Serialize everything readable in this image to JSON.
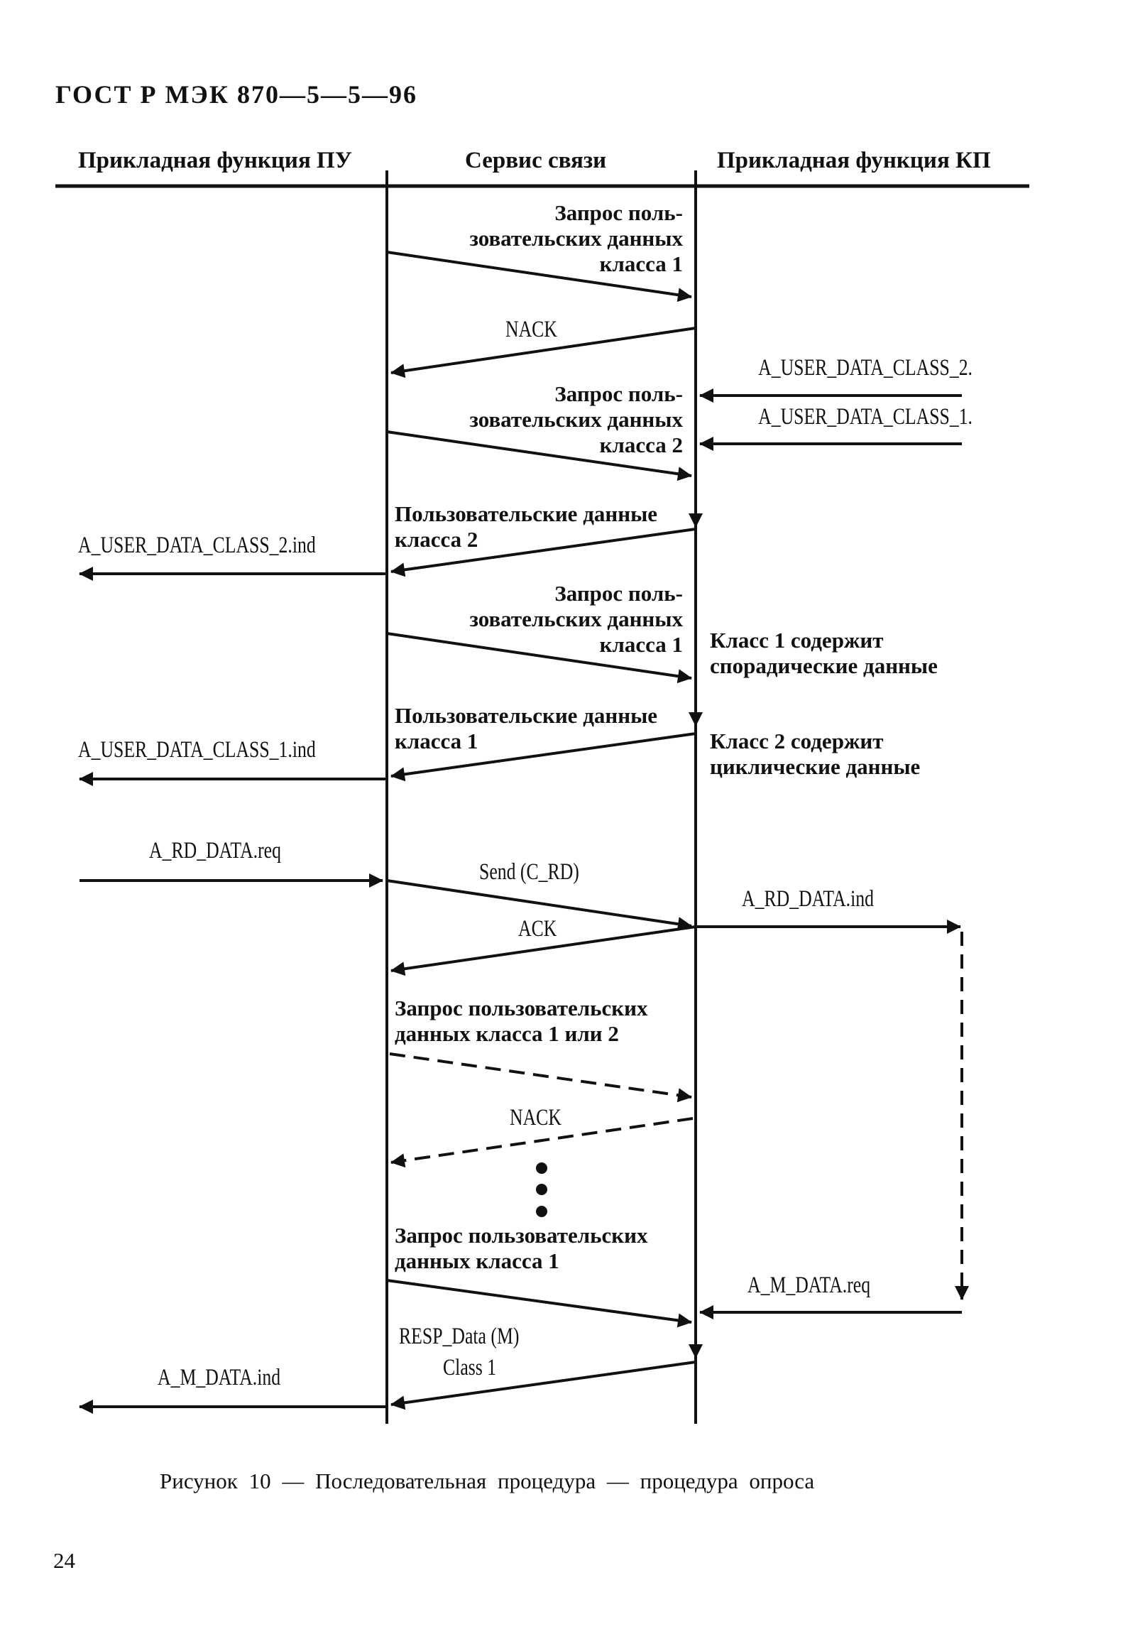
{
  "doc_header": "ГОСТ Р МЭК 870—5—5—96",
  "columns": {
    "left": "Прикладная функция ПУ",
    "middle": "Сервис связи",
    "right": "Прикладная функция КП"
  },
  "messages": {
    "req1_class1": [
      "Запрос поль-",
      "зовательских данных",
      "класса 1"
    ],
    "nack1": "NACK",
    "req2_class2": [
      "Запрос поль-",
      "зовательских данных",
      "класса 2"
    ],
    "resp_class2": [
      "Пользовательские данные",
      "класса 2"
    ],
    "req3_class1": [
      "Запрос поль-",
      "зовательских данных",
      "класса 1"
    ],
    "resp_class1": [
      "Пользовательские данные",
      "класса 1"
    ],
    "send_crd": "Send (C_RD)",
    "ack": "ACK",
    "req_class1or2": [
      "Запрос пользовательских",
      "данных класса 1 или 2"
    ],
    "nack2": "NACK",
    "req_final_class1": [
      "Запрос пользовательских",
      "данных класса 1"
    ],
    "resp_data_m": [
      "RESP_Data (M)",
      "Class 1"
    ]
  },
  "primitives": {
    "user_data_class2_in": "A_USER_DATA_CLASS_2.",
    "user_data_class1_in": "A_USER_DATA_CLASS_1.",
    "user_data_class2_ind": "A_USER_DATA_CLASS_2.ind",
    "user_data_class1_ind": "A_USER_DATA_CLASS_1.ind",
    "rd_data_req": "A_RD_DATA.req",
    "rd_data_ind": "A_RD_DATA.ind",
    "m_data_req": "A_M_DATA.req",
    "m_data_ind": "A_M_DATA.ind"
  },
  "notes": {
    "class1": [
      "Класс 1 содержит",
      "спорадические данные"
    ],
    "class2": [
      "Класс 2 содержит",
      "циклические данные"
    ]
  },
  "caption": "Рисунок 10 — Последовательная процедура — процедура опроса",
  "page_number": "24"
}
